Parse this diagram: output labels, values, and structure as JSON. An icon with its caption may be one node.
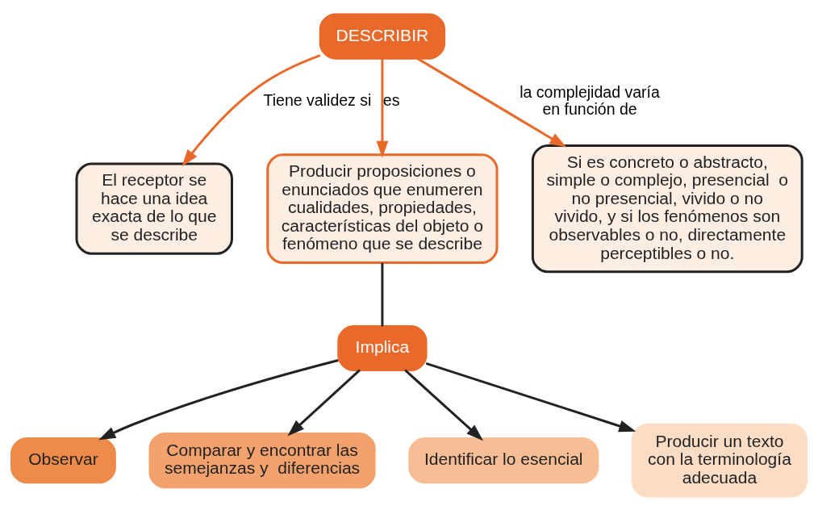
{
  "diagram": {
    "nodes": [
      {
        "text": [
          "DESCRIBIR"
        ]
      },
      {
        "text": [
          "El receptor se hace una idea exacta de lo que se describe"
        ]
      },
      {
        "text": [
          "Producir proposiciones o enunciados que enumeren cualidades, propiedades, características del objeto o fenómeno que se describe"
        ]
      },
      {
        "text": [
          "Si es concreto o abstracto, simple o complejo, presencial  o no presencial, vivido o no vivido, y si los fenómenos son observables o no, directamente perceptibles o no."
        ]
      },
      {
        "text": [
          "Implica"
        ]
      },
      {
        "text": [
          "Observar"
        ]
      },
      {
        "text": [
          "Comparar y encontrar las semejanzas y  diferencias"
        ]
      },
      {
        "text": [
          "Identificar lo esencial"
        ]
      },
      {
        "text": [
          "Producir un texto con la terminología adecuada"
        ]
      }
    ],
    "edges": [
      {
        "from": 0,
        "to": 1,
        "arrow": "to",
        "label": "Tiene validez si",
        "color": "#e8692a"
      },
      {
        "from": 0,
        "to": 2,
        "arrow": "to",
        "label": "es",
        "color": "#e8692a"
      },
      {
        "from": 0,
        "to": 3,
        "arrow": "to",
        "label": "la complejidad varía en función de",
        "color": "#e8692a"
      },
      {
        "from": 2,
        "to": 4,
        "arrow": "none"
      },
      {
        "from": 4,
        "to": 5,
        "arrow": "to"
      },
      {
        "from": 4,
        "to": 6,
        "arrow": "to"
      },
      {
        "from": 4,
        "to": 7,
        "arrow": "to"
      },
      {
        "from": 4,
        "to": 8,
        "arrow": "to"
      }
    ]
  }
}
